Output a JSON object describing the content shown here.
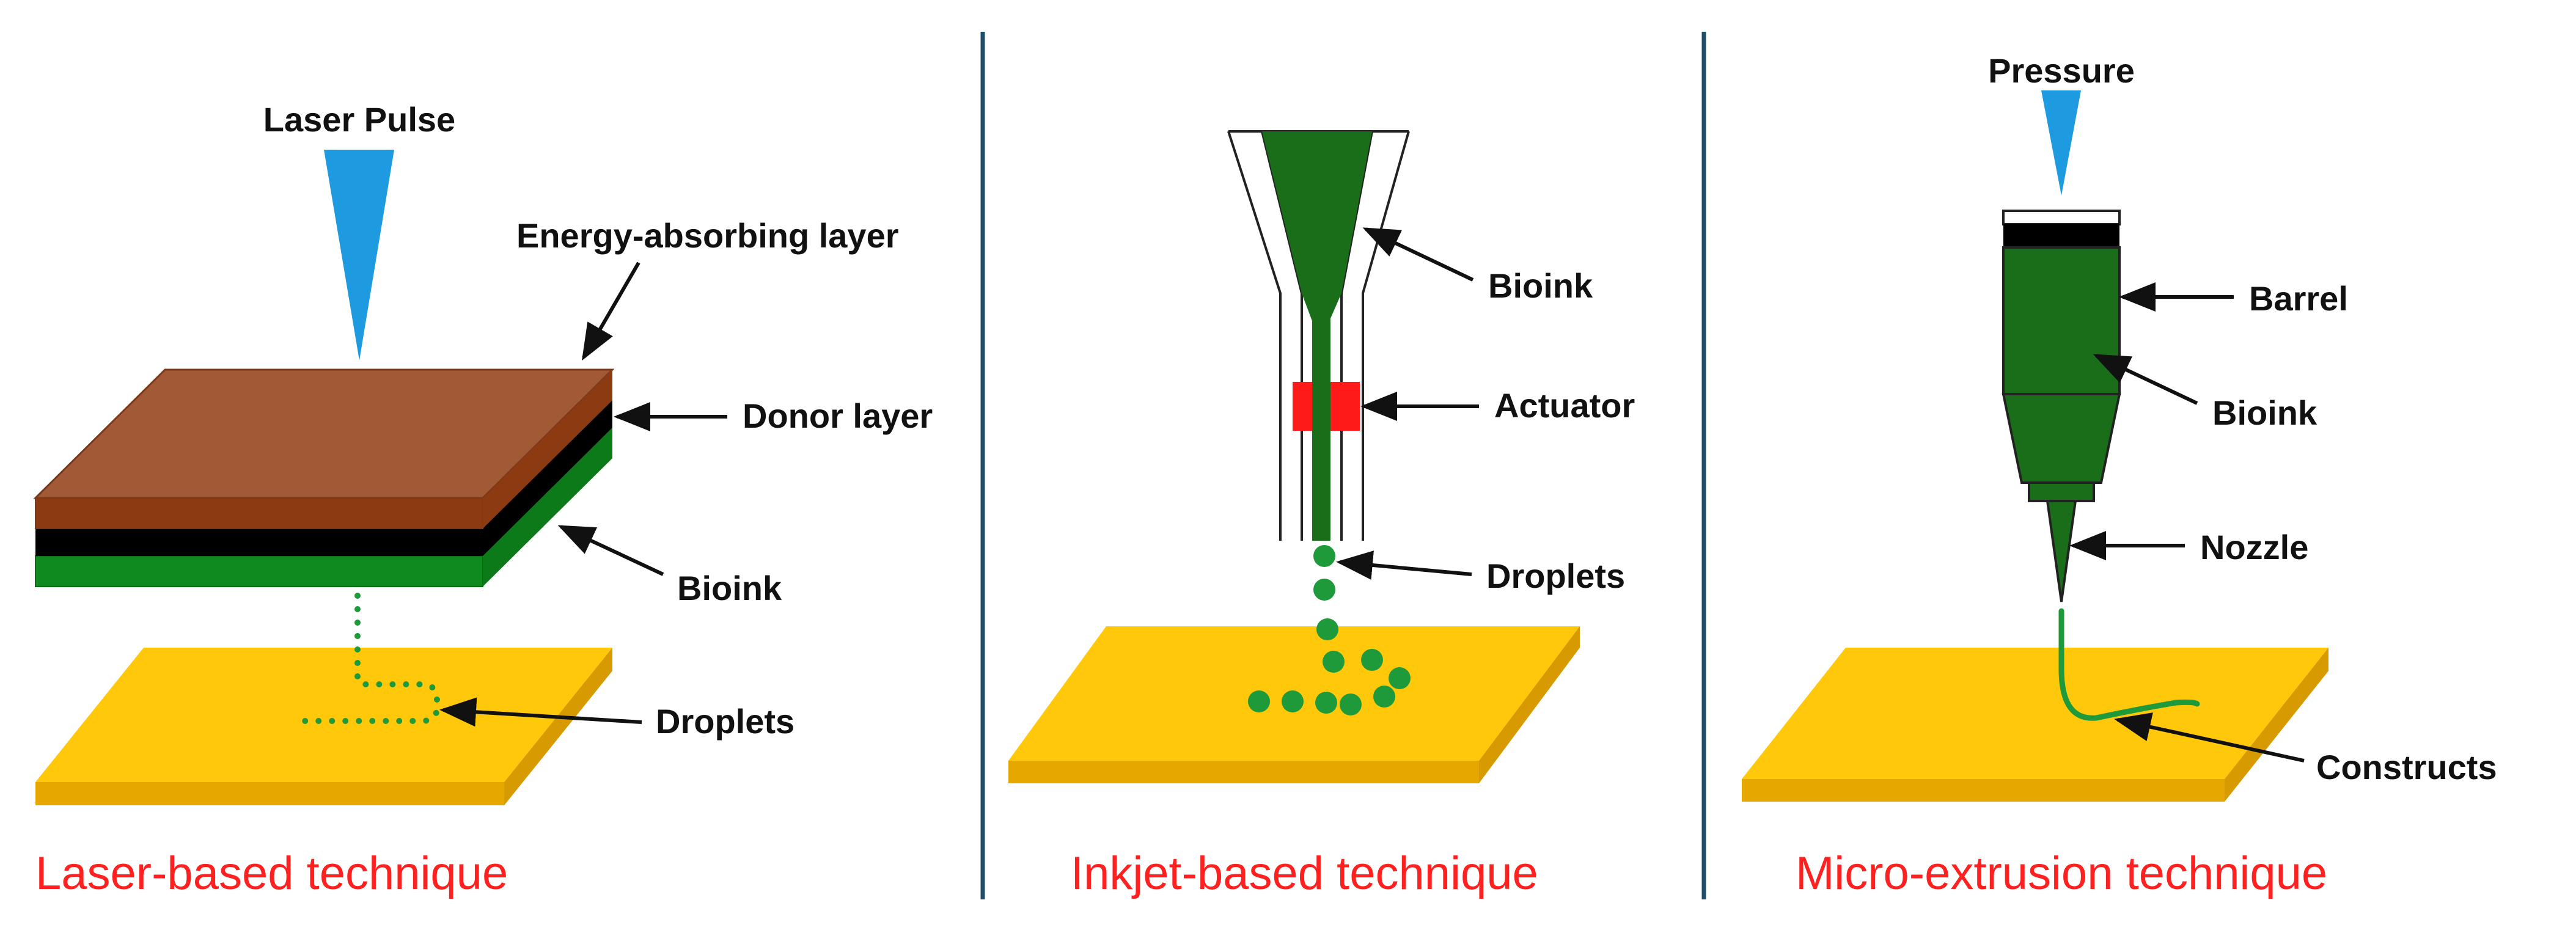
{
  "panels": {
    "laser": {
      "caption": "Laser-based technique",
      "labels": {
        "laser_pulse": "Laser Pulse",
        "energy_layer": "Energy-absorbing layer",
        "donor_layer": "Donor layer",
        "bioink": "Bioink",
        "droplets": "Droplets"
      }
    },
    "inkjet": {
      "caption": "Inkjet-based technique",
      "labels": {
        "bioink": "Bioink",
        "actuator": "Actuator",
        "droplets": "Droplets"
      }
    },
    "extrusion": {
      "caption": "Micro-extrusion technique",
      "labels": {
        "pressure": "Pressure",
        "barrel": "Barrel",
        "bioink": "Bioink",
        "nozzle": "Nozzle",
        "constructs": "Constructs"
      }
    }
  },
  "colors": {
    "caption": "#ff2020",
    "divider": "#1f4e6b",
    "beam": "#1e9be0",
    "substrate_top": "#ffc80a",
    "substrate_side": "#e6a800",
    "bioink": "#1a6e1a",
    "bioink_bright": "#0f8a1e",
    "droplet": "#1f9a3a",
    "energy_layer": "#a25a36",
    "energy_layer_side": "#8b3a12",
    "donor_layer": "#000000",
    "actuator": "#ff1a1a"
  }
}
